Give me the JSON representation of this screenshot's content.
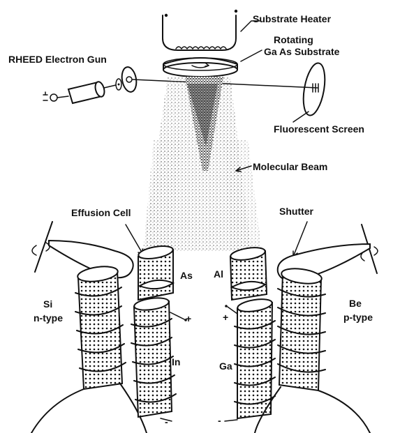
{
  "labels": {
    "substrate_heater": "Substrate Heater",
    "rotating": "Rotating",
    "gaas_substrate": "Ga As Substrate",
    "rheed_gun": "RHEED Electron Gun",
    "fluorescent_screen": "Fluorescent Screen",
    "molecular_beam": "Molecular Beam",
    "effusion_cell": "Effusion Cell",
    "shutter": "Shutter",
    "as": "As",
    "al": "Al",
    "si": "Si",
    "n_type": "n-type",
    "in": "In",
    "ga": "Ga",
    "be": "Be",
    "p_type": "p-type",
    "plus": "+",
    "minus": "-"
  }
}
